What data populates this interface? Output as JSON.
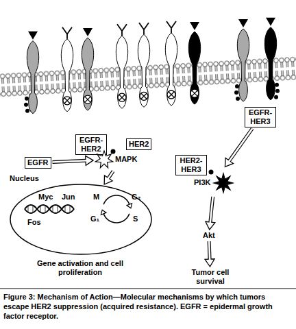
{
  "diagram": {
    "caption": "Figure 3: Mechanism of Action—Molecular mechanisms by which tumors escape HER2 suppression (acquired resistance). EGFR = epidermal growth factor receptor.",
    "nodes": [
      {
        "text": [
          "EGFR"
        ]
      },
      {
        "text": [
          "EGFR-HER2"
        ]
      },
      {
        "text": [
          "HER2"
        ]
      },
      {
        "text": [
          "HER2-HER3"
        ]
      },
      {
        "text": [
          "EGFR-HER3"
        ]
      },
      {
        "text": [
          "MAPK"
        ]
      },
      {
        "text": [
          "Nucleus"
        ]
      },
      {
        "text": [
          "PI3K"
        ]
      },
      {
        "text": [
          "Akt"
        ]
      },
      {
        "text": [
          "Tumor cell survival"
        ]
      }
    ],
    "edges": [
      {
        "from": 0,
        "to": 5,
        "arrow": "to"
      },
      {
        "from": 5,
        "to": 6,
        "arrow": "to"
      },
      {
        "from": 4,
        "to": 7,
        "arrow": "to"
      },
      {
        "from": 7,
        "to": 8,
        "arrow": "to"
      },
      {
        "from": 8,
        "to": 9,
        "arrow": "to"
      }
    ],
    "labels": [
      "Myc",
      "Jun",
      "Fos",
      "M",
      "G₂",
      "G₁",
      "S",
      "Gene activation and cell proliferation"
    ]
  }
}
